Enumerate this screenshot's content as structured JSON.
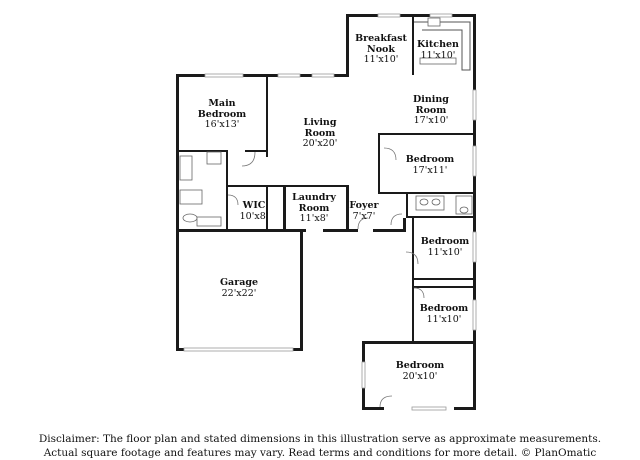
{
  "rooms": [
    {
      "id": "breakfast",
      "name_lines": [
        "Breakfast",
        "Nook"
      ],
      "dims": "11'x10'"
    },
    {
      "id": "kitchen",
      "name_lines": [
        "Kitchen"
      ],
      "dims": "11'x10'"
    },
    {
      "id": "main-bedroom",
      "name_lines": [
        "Main",
        "Bedroom"
      ],
      "dims": "16'x13'"
    },
    {
      "id": "living",
      "name_lines": [
        "Living",
        "Room"
      ],
      "dims": "20'x20'"
    },
    {
      "id": "dining",
      "name_lines": [
        "Dining",
        "Room"
      ],
      "dims": "17'x10'"
    },
    {
      "id": "bedroom-1",
      "name_lines": [
        "Bedroom"
      ],
      "dims": "17'x11'"
    },
    {
      "id": "wic",
      "name_lines": [
        "WIC"
      ],
      "dims": "10'x8'"
    },
    {
      "id": "laundry",
      "name_lines": [
        "Laundry",
        "Room"
      ],
      "dims": "11'x8'"
    },
    {
      "id": "foyer",
      "name_lines": [
        "Foyer"
      ],
      "dims": "7'x7'"
    },
    {
      "id": "bedroom-2",
      "name_lines": [
        "Bedroom"
      ],
      "dims": "11'x10'"
    },
    {
      "id": "garage",
      "name_lines": [
        "Garage"
      ],
      "dims": "22'x22'"
    },
    {
      "id": "bedroom-3",
      "name_lines": [
        "Bedroom"
      ],
      "dims": "11'x10'"
    },
    {
      "id": "bedroom-4",
      "name_lines": [
        "Bedroom"
      ],
      "dims": "20'x10'"
    }
  ],
  "disclaimer": {
    "line1": "Disclaimer: The floor plan and stated dimensions in this illustration serve as approximate measurements.",
    "line2": "Actual square footage and features may vary. Read terms and conditions for more detail. © PlanOmatic"
  }
}
